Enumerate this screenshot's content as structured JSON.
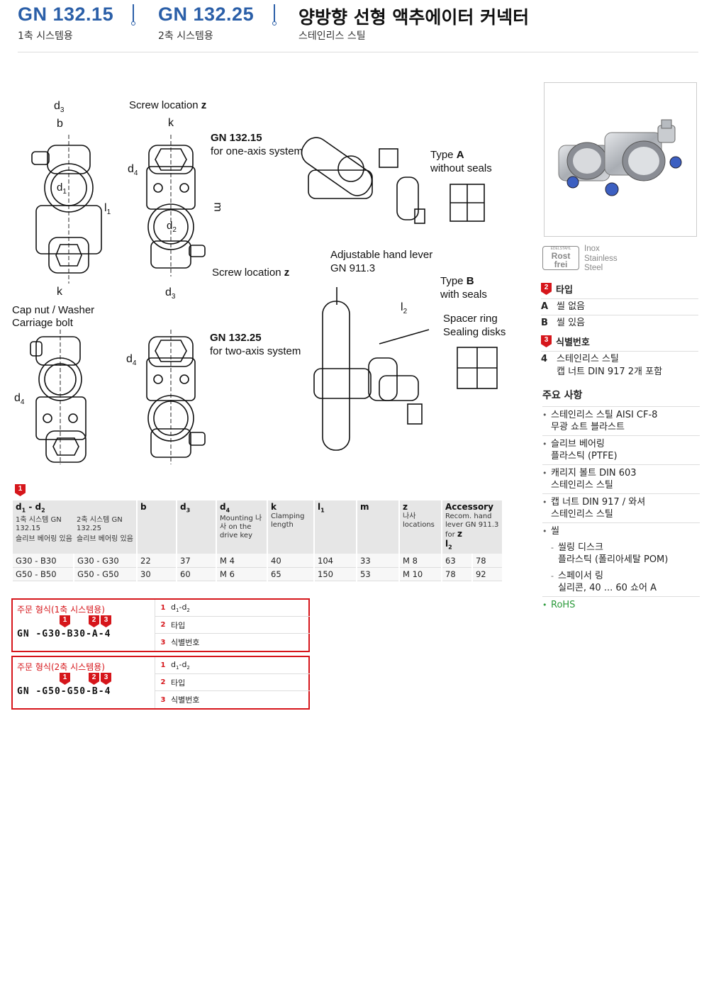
{
  "header": {
    "code1": "GN 132.15",
    "sub1": "1축 시스템용",
    "code2": "GN 132.25",
    "sub2": "2축 시스템용",
    "title": "양방향 선형 액추에이터 커넥터",
    "subtitle": "스테인리스 스틸"
  },
  "drawing": {
    "d3_top": "d",
    "b": "b",
    "d1": "d",
    "l1": "l",
    "k_bottom": "k",
    "screw_loc_top": "Screw location",
    "z": "z",
    "k_top": "k",
    "d4_a": "d",
    "gn15": "GN 132.15",
    "gn15_sub": "for one-axis system",
    "m": "m",
    "d2": "d",
    "screw_loc_bottom": "Screw location",
    "d3_bottom": "d",
    "cap_nut": "Cap nut / Washer",
    "carriage_bolt": "Carriage bolt",
    "d4_b": "d",
    "d4_c": "d",
    "gn25": "GN 132.25",
    "gn25_sub": "for two-axis system",
    "type_a": "Type",
    "type_a_letter": "A",
    "type_a_sub": "without seals",
    "adj_lever": "Adjustable hand lever",
    "adj_lever_gn": "GN 911.3",
    "l2": "l",
    "type_b": "Type",
    "type_b_letter": "B",
    "type_b_sub": "with seals",
    "spacer_ring": "Spacer ring",
    "sealing_disks": "Sealing disks"
  },
  "table": {
    "marker": "1",
    "h_d12": "d",
    "h_sys1": "1축 시스템 GN 132.15",
    "h_sys1_sub": "슬리브 베어링 있음",
    "h_sys2": "2축 시스템 GN 132.25",
    "h_sys2_sub": "슬리브 베어링 있음",
    "h_b": "b",
    "h_d3": "d",
    "h_d4": "d",
    "h_d4_sub": "Mounting 나사 on the drive key",
    "h_k": "k",
    "h_k_sub": "Clamping length",
    "h_l1": "l",
    "h_m": "m",
    "h_z": "z",
    "h_z_sub": "나사 locations",
    "h_acc": "Accessory",
    "h_acc_sub": "Recom. hand lever GN 911.3 for",
    "h_acc_z": "z",
    "h_acc_l2": "l",
    "rows": [
      {
        "d1": "G30 - B30",
        "d2": "G30 - G30",
        "b": "22",
        "d3": "37",
        "d4": "M 4",
        "k": "40",
        "l1": "104",
        "m": "33",
        "z": "M  8",
        "a1": "63",
        "a2": "78"
      },
      {
        "d1": "G50 - B50",
        "d2": "G50 - G50",
        "b": "30",
        "d3": "60",
        "d4": "M 6",
        "k": "65",
        "l1": "150",
        "m": "53",
        "z": "M 10",
        "a1": "78",
        "a2": "92"
      }
    ]
  },
  "orders": [
    {
      "title": "주문 형식(1축 시스템용)",
      "code": "GN -G30-B30-A-4",
      "r1": "d",
      "r2": "타입",
      "r3": "식별번호"
    },
    {
      "title": "주문 형식(2축 시스템용)",
      "code": "GN -G50-G50-B-4",
      "r1": "d",
      "r2": "타입",
      "r3": "식별번호"
    }
  ],
  "sidebar": {
    "badge_top": "EDELSTAHL",
    "badge_rost": "Rost",
    "badge_frei": "frei",
    "inox": "Inox",
    "stainless": "Stainless",
    "steel": "Steel",
    "type_num": "2",
    "type_title": "타입",
    "type_a_k": "A",
    "type_a_v": "씰 없음",
    "type_b_k": "B",
    "type_b_v": "씰 있음",
    "id_num": "3",
    "id_title": "식별번호",
    "id_k": "4",
    "id_v1": "스테인리스 스틸",
    "id_v2": "캡 너트 DIN 917 2개 포함",
    "feat_title": "주요 사항",
    "features": [
      {
        "l1": "스테인리스 스틸 AISI CF-8",
        "l2": "무광 쇼트 블라스트"
      },
      {
        "l1": "슬리브 베어링",
        "l2": "플라스틱 (PTFE)"
      },
      {
        "l1": "캐리지 볼트 DIN 603",
        "l2": "스테인리스 스틸"
      },
      {
        "l1": "캡 너트 DIN 917 / 와셔",
        "l2": "스테인리스 스틸"
      }
    ],
    "seal": "씰",
    "seal_sub1_a": "씰링 디스크",
    "seal_sub1_b": "플라스틱 (폴리아세탈 POM)",
    "seal_sub2_a": "스페이서 링",
    "seal_sub2_b": "실리콘, 40 ... 60 쇼어 A",
    "rohs": "RoHS"
  }
}
